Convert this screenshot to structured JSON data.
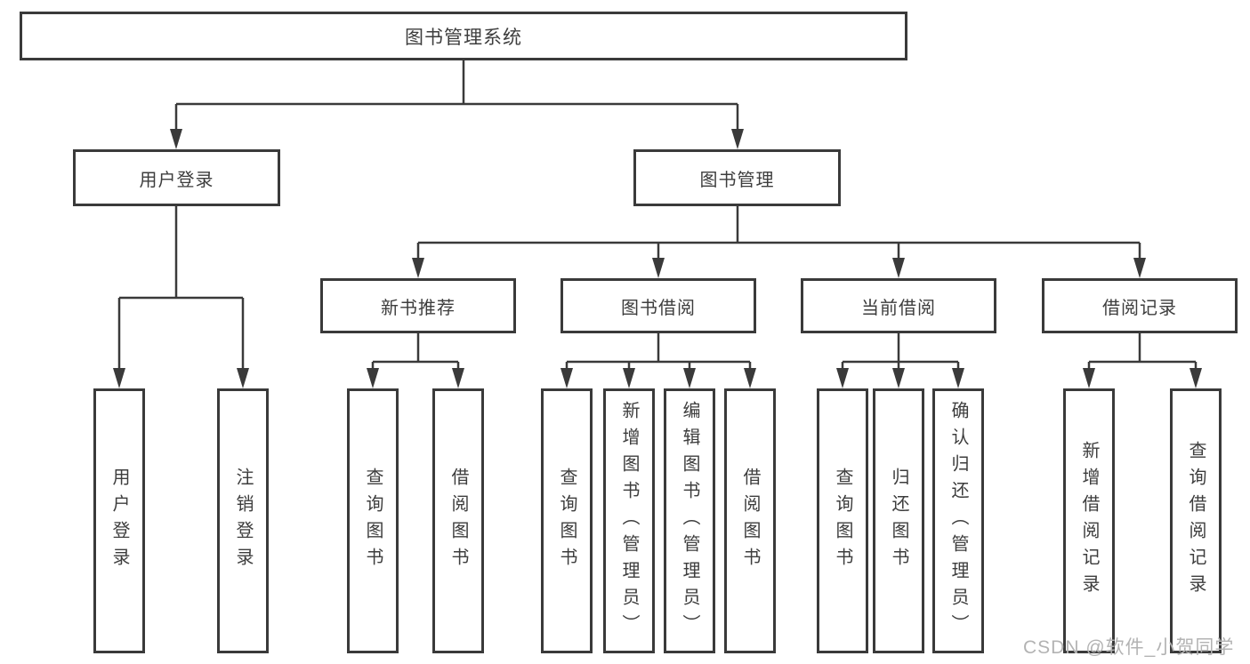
{
  "tree": {
    "root": {
      "label": "图书管理系统"
    },
    "children": [
      {
        "label": "用户登录",
        "children": [
          {
            "label": "用户登录"
          },
          {
            "label": "注销登录"
          }
        ]
      },
      {
        "label": "图书管理",
        "children": [
          {
            "label": "新书推荐",
            "children": [
              {
                "label": "查询图书"
              },
              {
                "label": "借阅图书"
              }
            ]
          },
          {
            "label": "图书借阅",
            "children": [
              {
                "label": "查询图书"
              },
              {
                "label": "新增图书（管理员）"
              },
              {
                "label": "编辑图书（管理员）"
              },
              {
                "label": "借阅图书"
              }
            ]
          },
          {
            "label": "当前借阅",
            "children": [
              {
                "label": "查询图书"
              },
              {
                "label": "归还图书"
              },
              {
                "label": "确认归还（管理员）"
              }
            ]
          },
          {
            "label": "借阅记录",
            "children": [
              {
                "label": "新增借阅记录"
              },
              {
                "label": "查询借阅记录"
              }
            ]
          }
        ]
      }
    ]
  },
  "watermark": {
    "text": "CSDN @软件_小贺同学"
  },
  "colors": {
    "line": "#3a3a3a",
    "box_border": "#3a3a3a",
    "text": "#3d3d3d",
    "watermark": "#b3b3b3",
    "background": "#ffffff"
  }
}
